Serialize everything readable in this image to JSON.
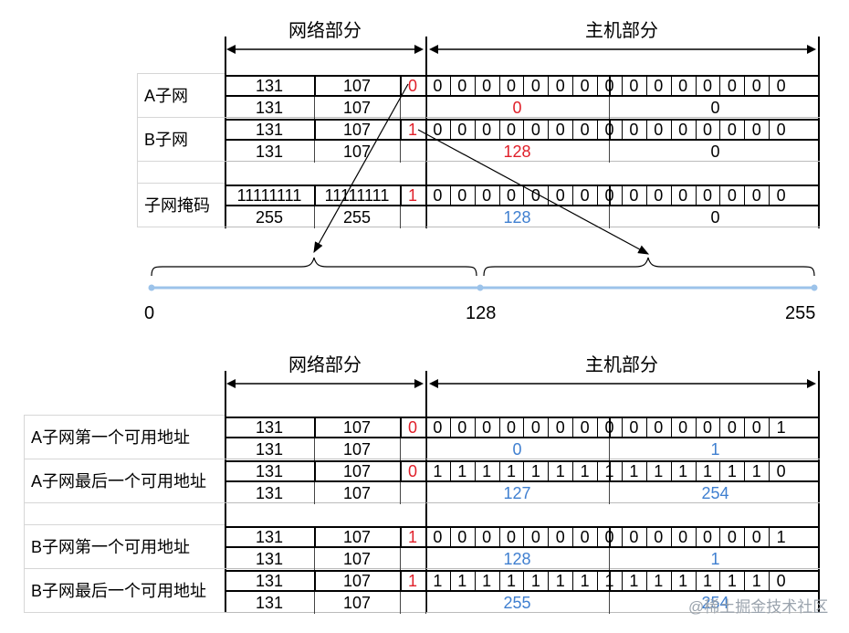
{
  "headers": {
    "network": "网络部分",
    "host": "主机部分"
  },
  "top_rows": [
    {
      "label": "A子网",
      "bin": [
        "131",
        "107",
        "0",
        "0",
        "0",
        "0",
        "0",
        "0",
        "0",
        "0",
        "0",
        "0",
        "0",
        "0",
        "0",
        "0",
        "0",
        "0"
      ],
      "dec": [
        "131",
        "107",
        "0",
        "0"
      ]
    },
    {
      "label": "B子网",
      "bin": [
        "131",
        "107",
        "1",
        "0",
        "0",
        "0",
        "0",
        "0",
        "0",
        "0",
        "0",
        "0",
        "0",
        "0",
        "0",
        "0",
        "0",
        "0"
      ],
      "dec": [
        "131",
        "107",
        "128",
        "0"
      ]
    },
    {
      "label": "子网掩码",
      "bin": [
        "11111111",
        "11111111",
        "1",
        "0",
        "0",
        "0",
        "0",
        "0",
        "0",
        "0",
        "0",
        "0",
        "0",
        "0",
        "0",
        "0",
        "0",
        "0"
      ],
      "dec": [
        "255",
        "255",
        "128",
        "0"
      ]
    }
  ],
  "number_line": {
    "start": "0",
    "middle": "128",
    "end": "255"
  },
  "bottom_rows": [
    {
      "label": "A子网第一个可用地址",
      "bin": [
        "131",
        "107",
        "0",
        "0",
        "0",
        "0",
        "0",
        "0",
        "0",
        "0",
        "0",
        "0",
        "0",
        "0",
        "0",
        "0",
        "0",
        "1"
      ],
      "dec": [
        "131",
        "107",
        "0",
        "1"
      ]
    },
    {
      "label": "A子网最后一个可用地址",
      "bin": [
        "131",
        "107",
        "0",
        "1",
        "1",
        "1",
        "1",
        "1",
        "1",
        "1",
        "1",
        "1",
        "1",
        "1",
        "1",
        "1",
        "1",
        "0"
      ],
      "dec": [
        "131",
        "107",
        "127",
        "254"
      ]
    },
    {
      "label": "B子网第一个可用地址",
      "bin": [
        "131",
        "107",
        "1",
        "0",
        "0",
        "0",
        "0",
        "0",
        "0",
        "0",
        "0",
        "0",
        "0",
        "0",
        "0",
        "0",
        "0",
        "1"
      ],
      "dec": [
        "131",
        "107",
        "128",
        "1"
      ]
    },
    {
      "label": "B子网最后一个可用地址",
      "bin": [
        "131",
        "107",
        "1",
        "1",
        "1",
        "1",
        "1",
        "1",
        "1",
        "1",
        "1",
        "1",
        "1",
        "1",
        "1",
        "1",
        "1",
        "0"
      ],
      "dec": [
        "131",
        "107",
        "255",
        "254"
      ]
    }
  ],
  "watermark": "@稀土掘金技术社区",
  "colors": {
    "subnet_bit": "#e0202a",
    "decimal_highlight": "#3f7fd0",
    "number_line": "#9cc3ea"
  }
}
